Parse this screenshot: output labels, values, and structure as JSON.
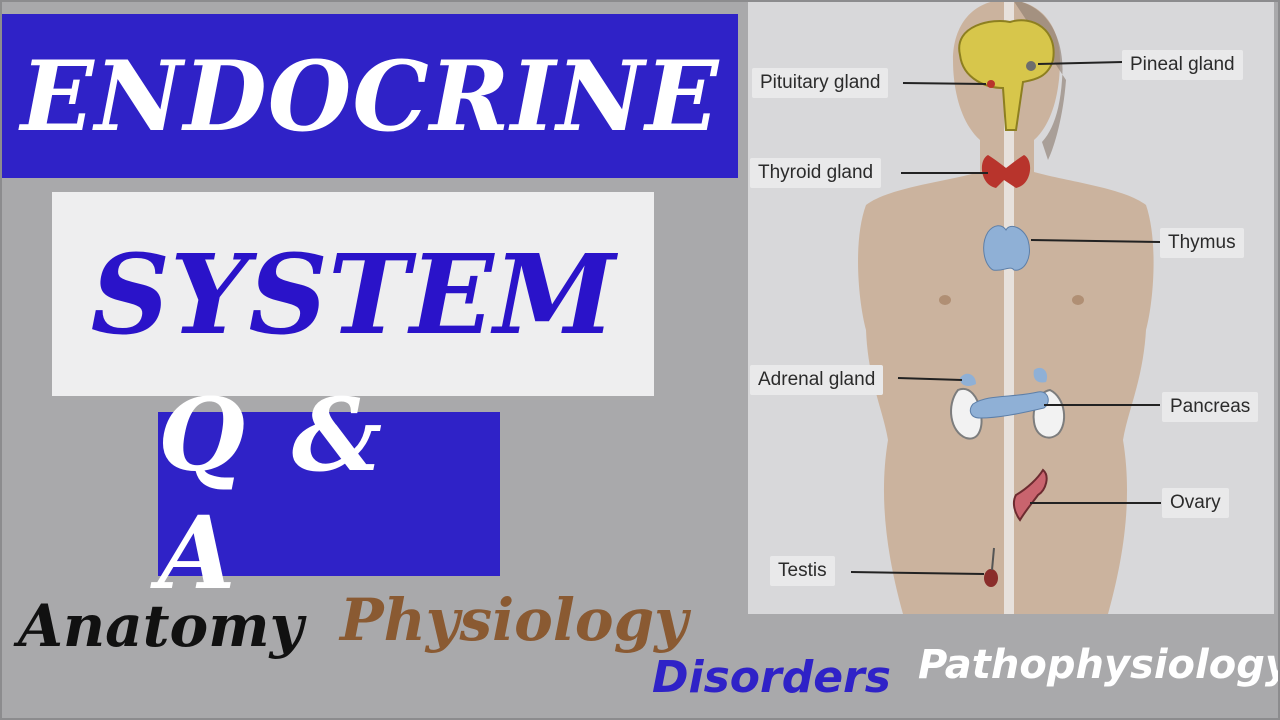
{
  "titles": {
    "line1": "ENDOCRINE",
    "line2": "SYSTEM",
    "line3": "Q & A"
  },
  "tags": {
    "anatomy": "Anatomy",
    "physiology": "Physiology",
    "disorders": "Disorders",
    "pathophysiology": "Pathophysiology"
  },
  "diagram": {
    "labels": {
      "pituitary": "Pituitary gland",
      "pineal": "Pineal gland",
      "thyroid": "Thyroid gland",
      "thymus": "Thymus",
      "adrenal": "Adrenal gland",
      "pancreas": "Pancreas",
      "ovary": "Ovary",
      "testis": "Testis"
    }
  },
  "colors": {
    "banner_blue": "#2f22c7",
    "system_text": "#2a13c9",
    "physiology_brown": "#8a5a32",
    "skin": "#c9ad93",
    "brain": "#d7c64b",
    "thyroid": "#b8342c",
    "gland_blue": "#8fb0d6"
  }
}
